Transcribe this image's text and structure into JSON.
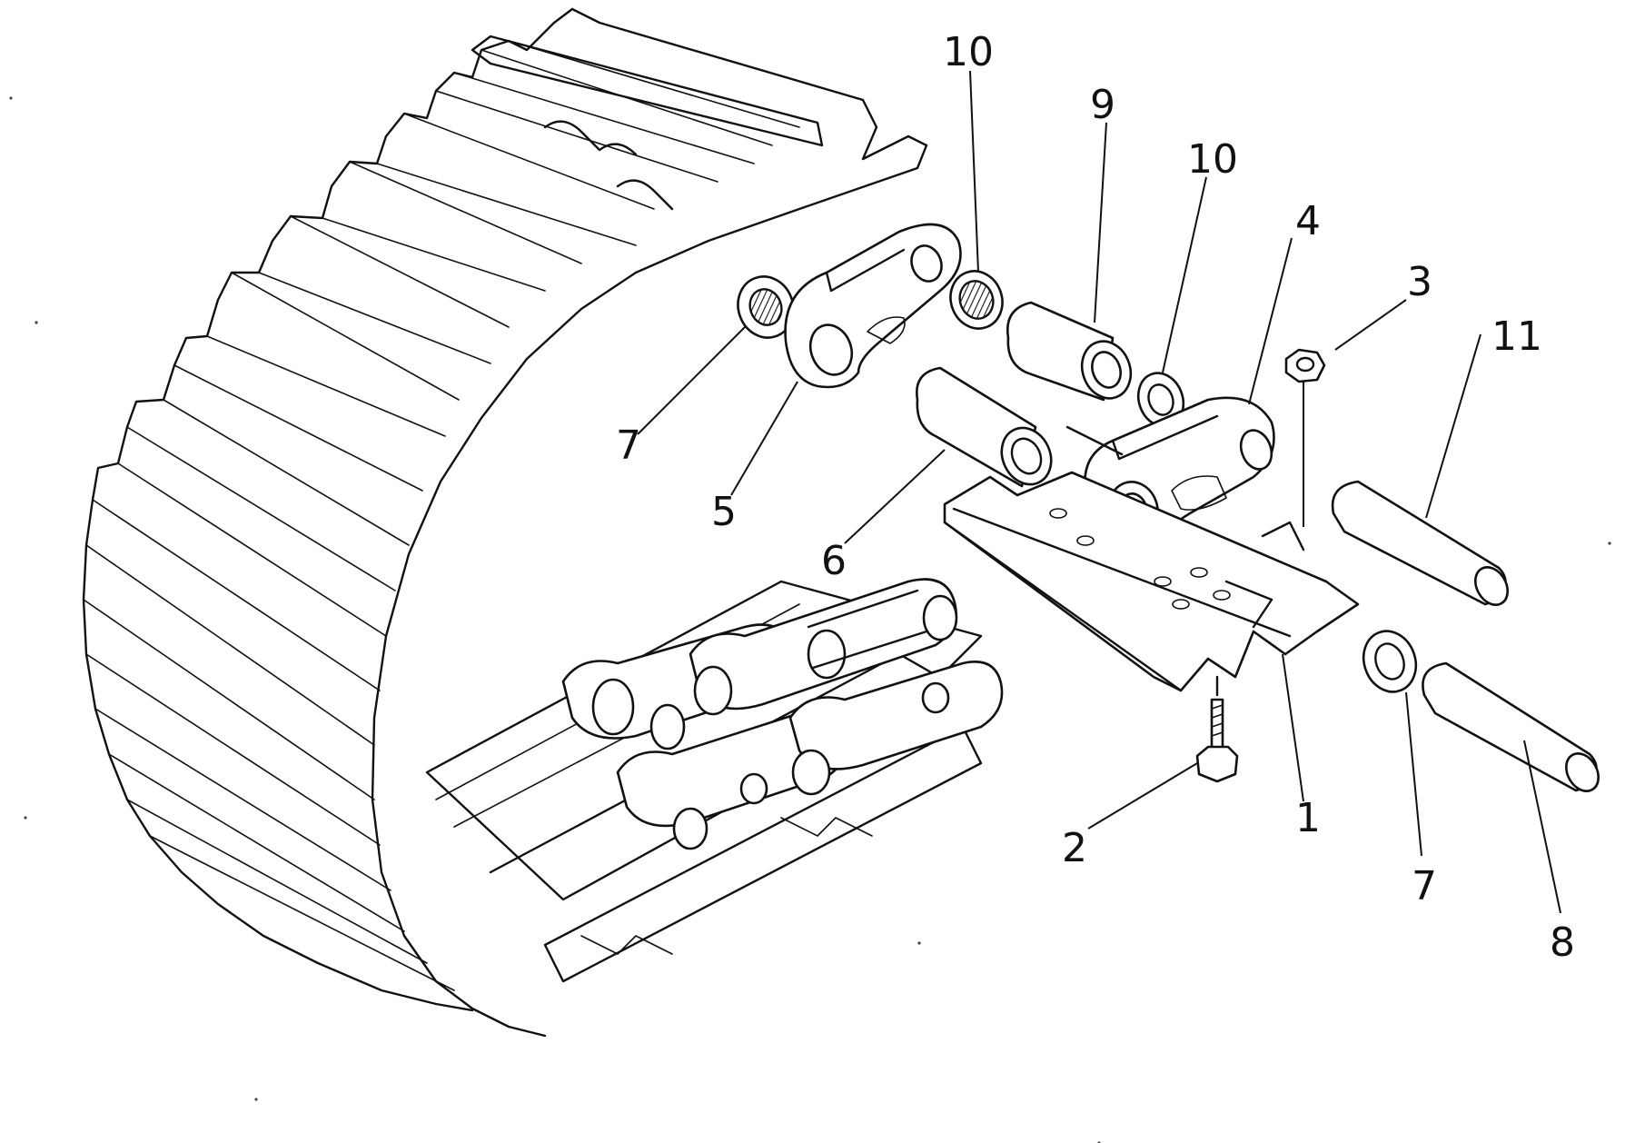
{
  "diagram": {
    "type": "exploded-parts-diagram",
    "colors": {
      "ink": "#111111",
      "paper": "#ffffff"
    },
    "callouts": [
      {
        "id": "1",
        "label": "1"
      },
      {
        "id": "2",
        "label": "2"
      },
      {
        "id": "3",
        "label": "3"
      },
      {
        "id": "4",
        "label": "4"
      },
      {
        "id": "5",
        "label": "5"
      },
      {
        "id": "6",
        "label": "6"
      },
      {
        "id": "7a",
        "label": "7"
      },
      {
        "id": "7b",
        "label": "7"
      },
      {
        "id": "8",
        "label": "8"
      },
      {
        "id": "9",
        "label": "9"
      },
      {
        "id": "10a",
        "label": "10"
      },
      {
        "id": "10b",
        "label": "10"
      },
      {
        "id": "11",
        "label": "11"
      }
    ]
  }
}
